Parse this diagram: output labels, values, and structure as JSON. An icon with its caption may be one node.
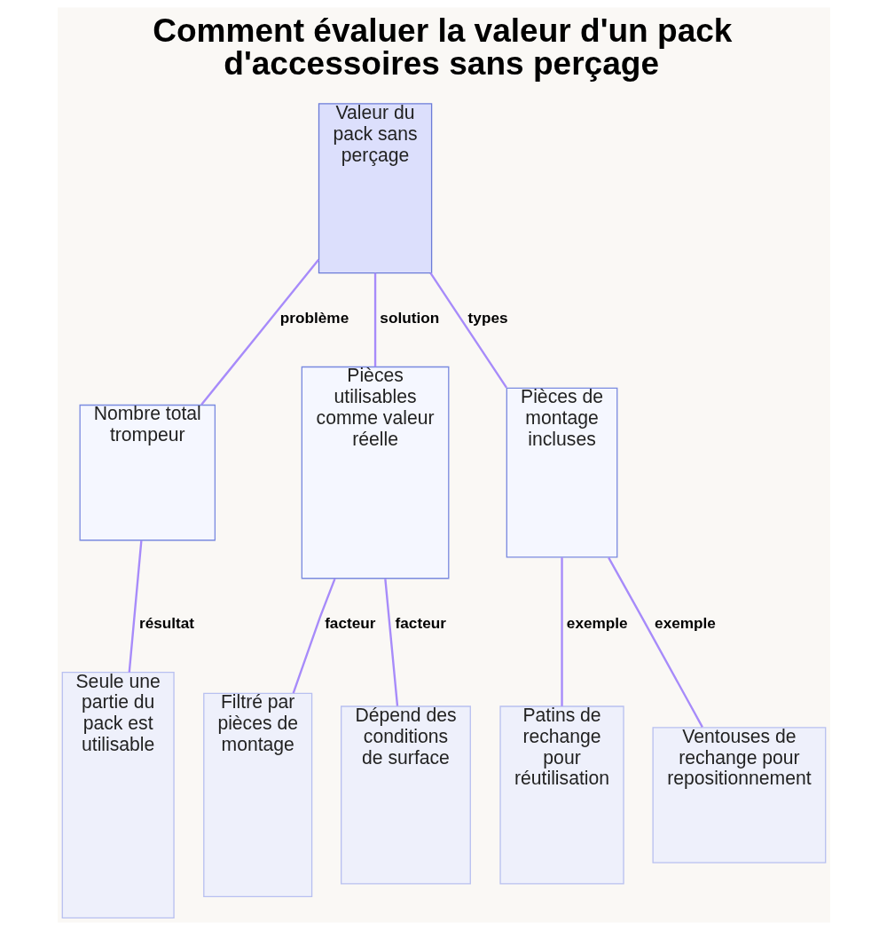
{
  "diagram": {
    "title": "Comment évaluer la valeur d'un pack d'accessoires sans perçage",
    "nodes": [
      {
        "text": [
          "Valeur du pack sans perçage"
        ]
      },
      {
        "text": [
          "Nombre total trompeur"
        ]
      },
      {
        "text": [
          "Pièces utilisables comme valeur réelle"
        ]
      },
      {
        "text": [
          "Pièces de montage incluses"
        ]
      },
      {
        "text": [
          "Seule une partie du pack est utilisable"
        ]
      },
      {
        "text": [
          "Filtré par pièces de montage"
        ]
      },
      {
        "text": [
          "Dépend des conditions de surface"
        ]
      },
      {
        "text": [
          "Patins de rechange pour réutilisation"
        ]
      },
      {
        "text": [
          "Ventouses de rechange pour repositionnement"
        ]
      }
    ],
    "edges": [
      {
        "from": 0,
        "to": 1,
        "arrow": "none",
        "label": "problème"
      },
      {
        "from": 0,
        "to": 2,
        "arrow": "none",
        "label": "solution"
      },
      {
        "from": 0,
        "to": 3,
        "arrow": "none",
        "label": "types"
      },
      {
        "from": 1,
        "to": 4,
        "arrow": "none",
        "label": "résultat"
      },
      {
        "from": 2,
        "to": 5,
        "arrow": "none",
        "label": "facteur"
      },
      {
        "from": 2,
        "to": 6,
        "arrow": "none",
        "label": "facteur"
      },
      {
        "from": 3,
        "to": 7,
        "arrow": "none",
        "label": "exemple"
      },
      {
        "from": 3,
        "to": 8,
        "arrow": "none",
        "label": "exemple"
      }
    ]
  }
}
